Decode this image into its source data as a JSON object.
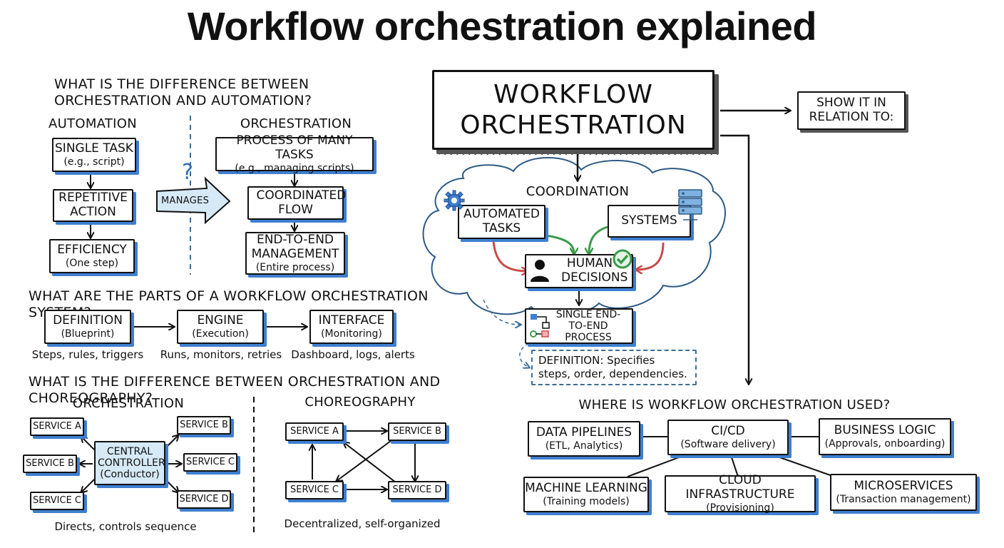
{
  "title": "Workflow orchestration explained",
  "q1": {
    "question": "WHAT IS THE DIFFERENCE BETWEEN ORCHESTRATION AND AUTOMATION?",
    "automation": {
      "heading": "AUTOMATION",
      "steps": [
        {
          "label": "SINGLE TASK",
          "sub": "(e.g., script)"
        },
        {
          "label": "REPETITIVE ACTION",
          "sub": ""
        },
        {
          "label": "EFFICIENCY",
          "sub": "(One step)"
        }
      ]
    },
    "orchestration": {
      "heading": "ORCHESTRATION",
      "steps": [
        {
          "label": "PROCESS OF MANY TASKS",
          "sub": "(e.g., managing scripts)"
        },
        {
          "label": "COORDINATED FLOW",
          "sub": ""
        },
        {
          "label": "END-TO-END MANAGEMENT",
          "sub": "(Entire process)"
        }
      ]
    },
    "manages_label": "MANAGES",
    "question_mark": "?"
  },
  "q2": {
    "question": "WHAT ARE THE PARTS OF A WORKFLOW ORCHESTRATION SYSTEM?",
    "parts": [
      {
        "label": "DEFINITION",
        "sub": "(Blueprint)",
        "caption": "Steps, rules, triggers"
      },
      {
        "label": "ENGINE",
        "sub": "(Execution)",
        "caption": "Runs, monitors, retries"
      },
      {
        "label": "INTERFACE",
        "sub": "(Monitoring)",
        "caption": "Dashboard, logs, alerts"
      }
    ]
  },
  "q3": {
    "question": "WHAT IS THE DIFFERENCE BETWEEN ORCHESTRATION AND CHOREOGRAPHY?",
    "orchestration": {
      "heading": "ORCHESTRATION",
      "controller": "CENTRAL CONTROLLER",
      "controller_sub": "(Conductor)",
      "services": [
        "SERVICE A",
        "SERVICE B",
        "SERVICE C",
        "SERVICE B",
        "SERVICE C",
        "SERVICE D"
      ],
      "caption": "Directs, controls sequence"
    },
    "choreography": {
      "heading": "CHOREOGRAPHY",
      "services": [
        "SERVICE A",
        "SERVICE B",
        "SERVICE C",
        "SERVICE D"
      ],
      "caption": "Decentralized, self-organized"
    }
  },
  "main": {
    "label": "WORKFLOW ORCHESTRATION",
    "show_label": "SHOW IT IN RELATION TO:",
    "coordination": "COORDINATION",
    "automated_tasks": "AUTOMATED TASKS",
    "systems": "SYSTEMS",
    "human_decisions": "HUMAN DECISIONS",
    "single_process": "SINGLE END-TO-END PROCESS",
    "definition_note": "DEFINITION: Specifies steps, order, dependencies."
  },
  "uses": {
    "question": "WHERE IS WORKFLOW ORCHESTRATION USED?",
    "items": [
      {
        "label": "DATA PIPELINES",
        "sub": "(ETL, Analytics)"
      },
      {
        "label": "CI/CD",
        "sub": "(Software delivery)"
      },
      {
        "label": "BUSINESS LOGIC",
        "sub": "(Approvals, onboarding)"
      },
      {
        "label": "MACHINE LEARNING",
        "sub": "(Training models)"
      },
      {
        "label": "CLOUD INFRASTRUCTURE",
        "sub": "(Provisioning)"
      },
      {
        "label": "MICROSERVICES",
        "sub": "(Transaction management)"
      }
    ]
  },
  "colors": {
    "accent_blue": "#3f7fd0",
    "soft_blue": "#d6e9f6",
    "green": "#3a9a4a",
    "red": "#c94a4a"
  }
}
